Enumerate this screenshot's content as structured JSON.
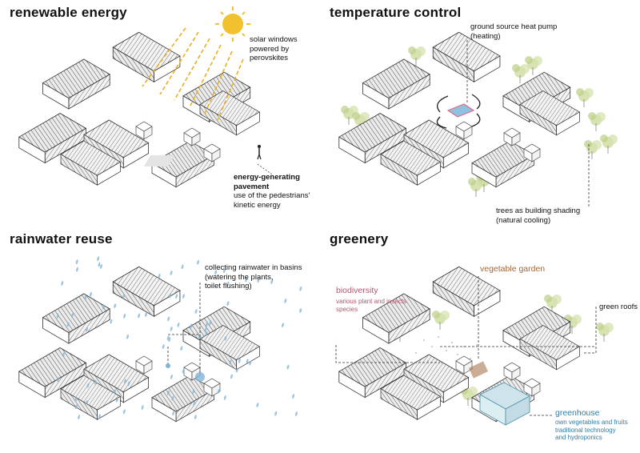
{
  "panels": {
    "renewable": {
      "title": "renewable energy",
      "solar": "solar windows\npowered by\nperovskites",
      "pavement_title": "energy-generating\npavement",
      "pavement_desc": "use of the pedestrians'\nkinetic energy"
    },
    "temperature": {
      "title": "temperature control",
      "heatpump": "ground source heat pump\n(heating)",
      "trees": "trees as building shading\n(natural cooling)"
    },
    "rainwater": {
      "title": "rainwater reuse",
      "collect": "collecting rainwater in basins\n(watering the plants,\ntoilet flushing)"
    },
    "greenery": {
      "title": "greenery",
      "vegetable": "vegetable garden",
      "biodiversity_title": "biodiversity",
      "biodiversity_desc": "various plant and insects\nspecies",
      "roofs": "green roofs",
      "greenhouse_title": "greenhouse",
      "greenhouse_desc": "own vegetables and fruits\ntraditional technology\nand hydroponics"
    }
  },
  "colors": {
    "sun": "#f2c12e",
    "solar_line": "#e8b020",
    "rain": "#7fb4d6",
    "tree": "#c9d99a",
    "vegetable": "#a0683c",
    "biodiversity": "#b4586e",
    "greenhouse": "#2f7fa6",
    "leader": "#333333"
  },
  "icons": [
    "sun-icon",
    "rain-drops",
    "tree-canopy",
    "heat-pump-icon",
    "pedestrian-icon"
  ]
}
